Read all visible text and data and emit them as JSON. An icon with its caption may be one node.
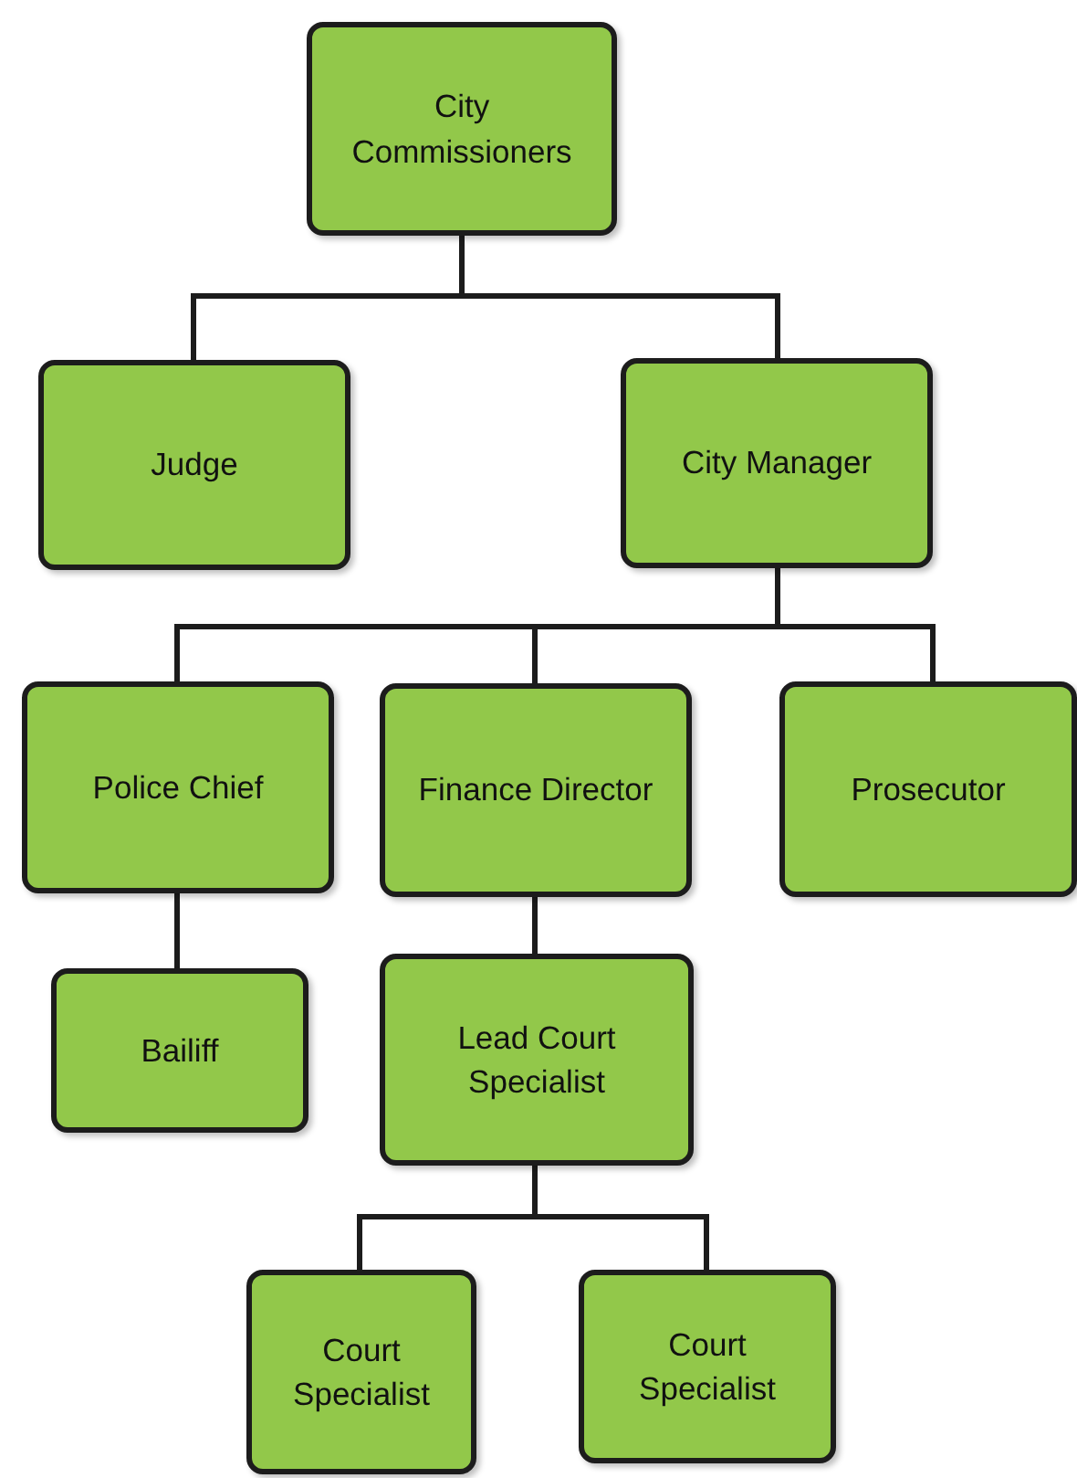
{
  "diagram": {
    "nodes": [
      {
        "text": [
          "City Commissioners"
        ]
      },
      {
        "text": [
          "Judge"
        ]
      },
      {
        "text": [
          "City Manager"
        ]
      },
      {
        "text": [
          "Police Chief"
        ]
      },
      {
        "text": [
          "Finance Director"
        ]
      },
      {
        "text": [
          "Prosecutor"
        ]
      },
      {
        "text": [
          "Bailiff"
        ]
      },
      {
        "text": [
          "Lead Court Specialist"
        ]
      },
      {
        "text": [
          "Court Specialist"
        ]
      },
      {
        "text": [
          "Court Specialist"
        ]
      }
    ],
    "edges": [
      {
        "from": 0,
        "to": 1,
        "arrow": "none"
      },
      {
        "from": 0,
        "to": 2,
        "arrow": "none"
      },
      {
        "from": 2,
        "to": 3,
        "arrow": "none"
      },
      {
        "from": 2,
        "to": 4,
        "arrow": "none"
      },
      {
        "from": 2,
        "to": 5,
        "arrow": "none"
      },
      {
        "from": 3,
        "to": 6,
        "arrow": "none"
      },
      {
        "from": 4,
        "to": 7,
        "arrow": "none"
      },
      {
        "from": 7,
        "to": 8,
        "arrow": "none"
      },
      {
        "from": 7,
        "to": 9,
        "arrow": "none"
      }
    ]
  }
}
